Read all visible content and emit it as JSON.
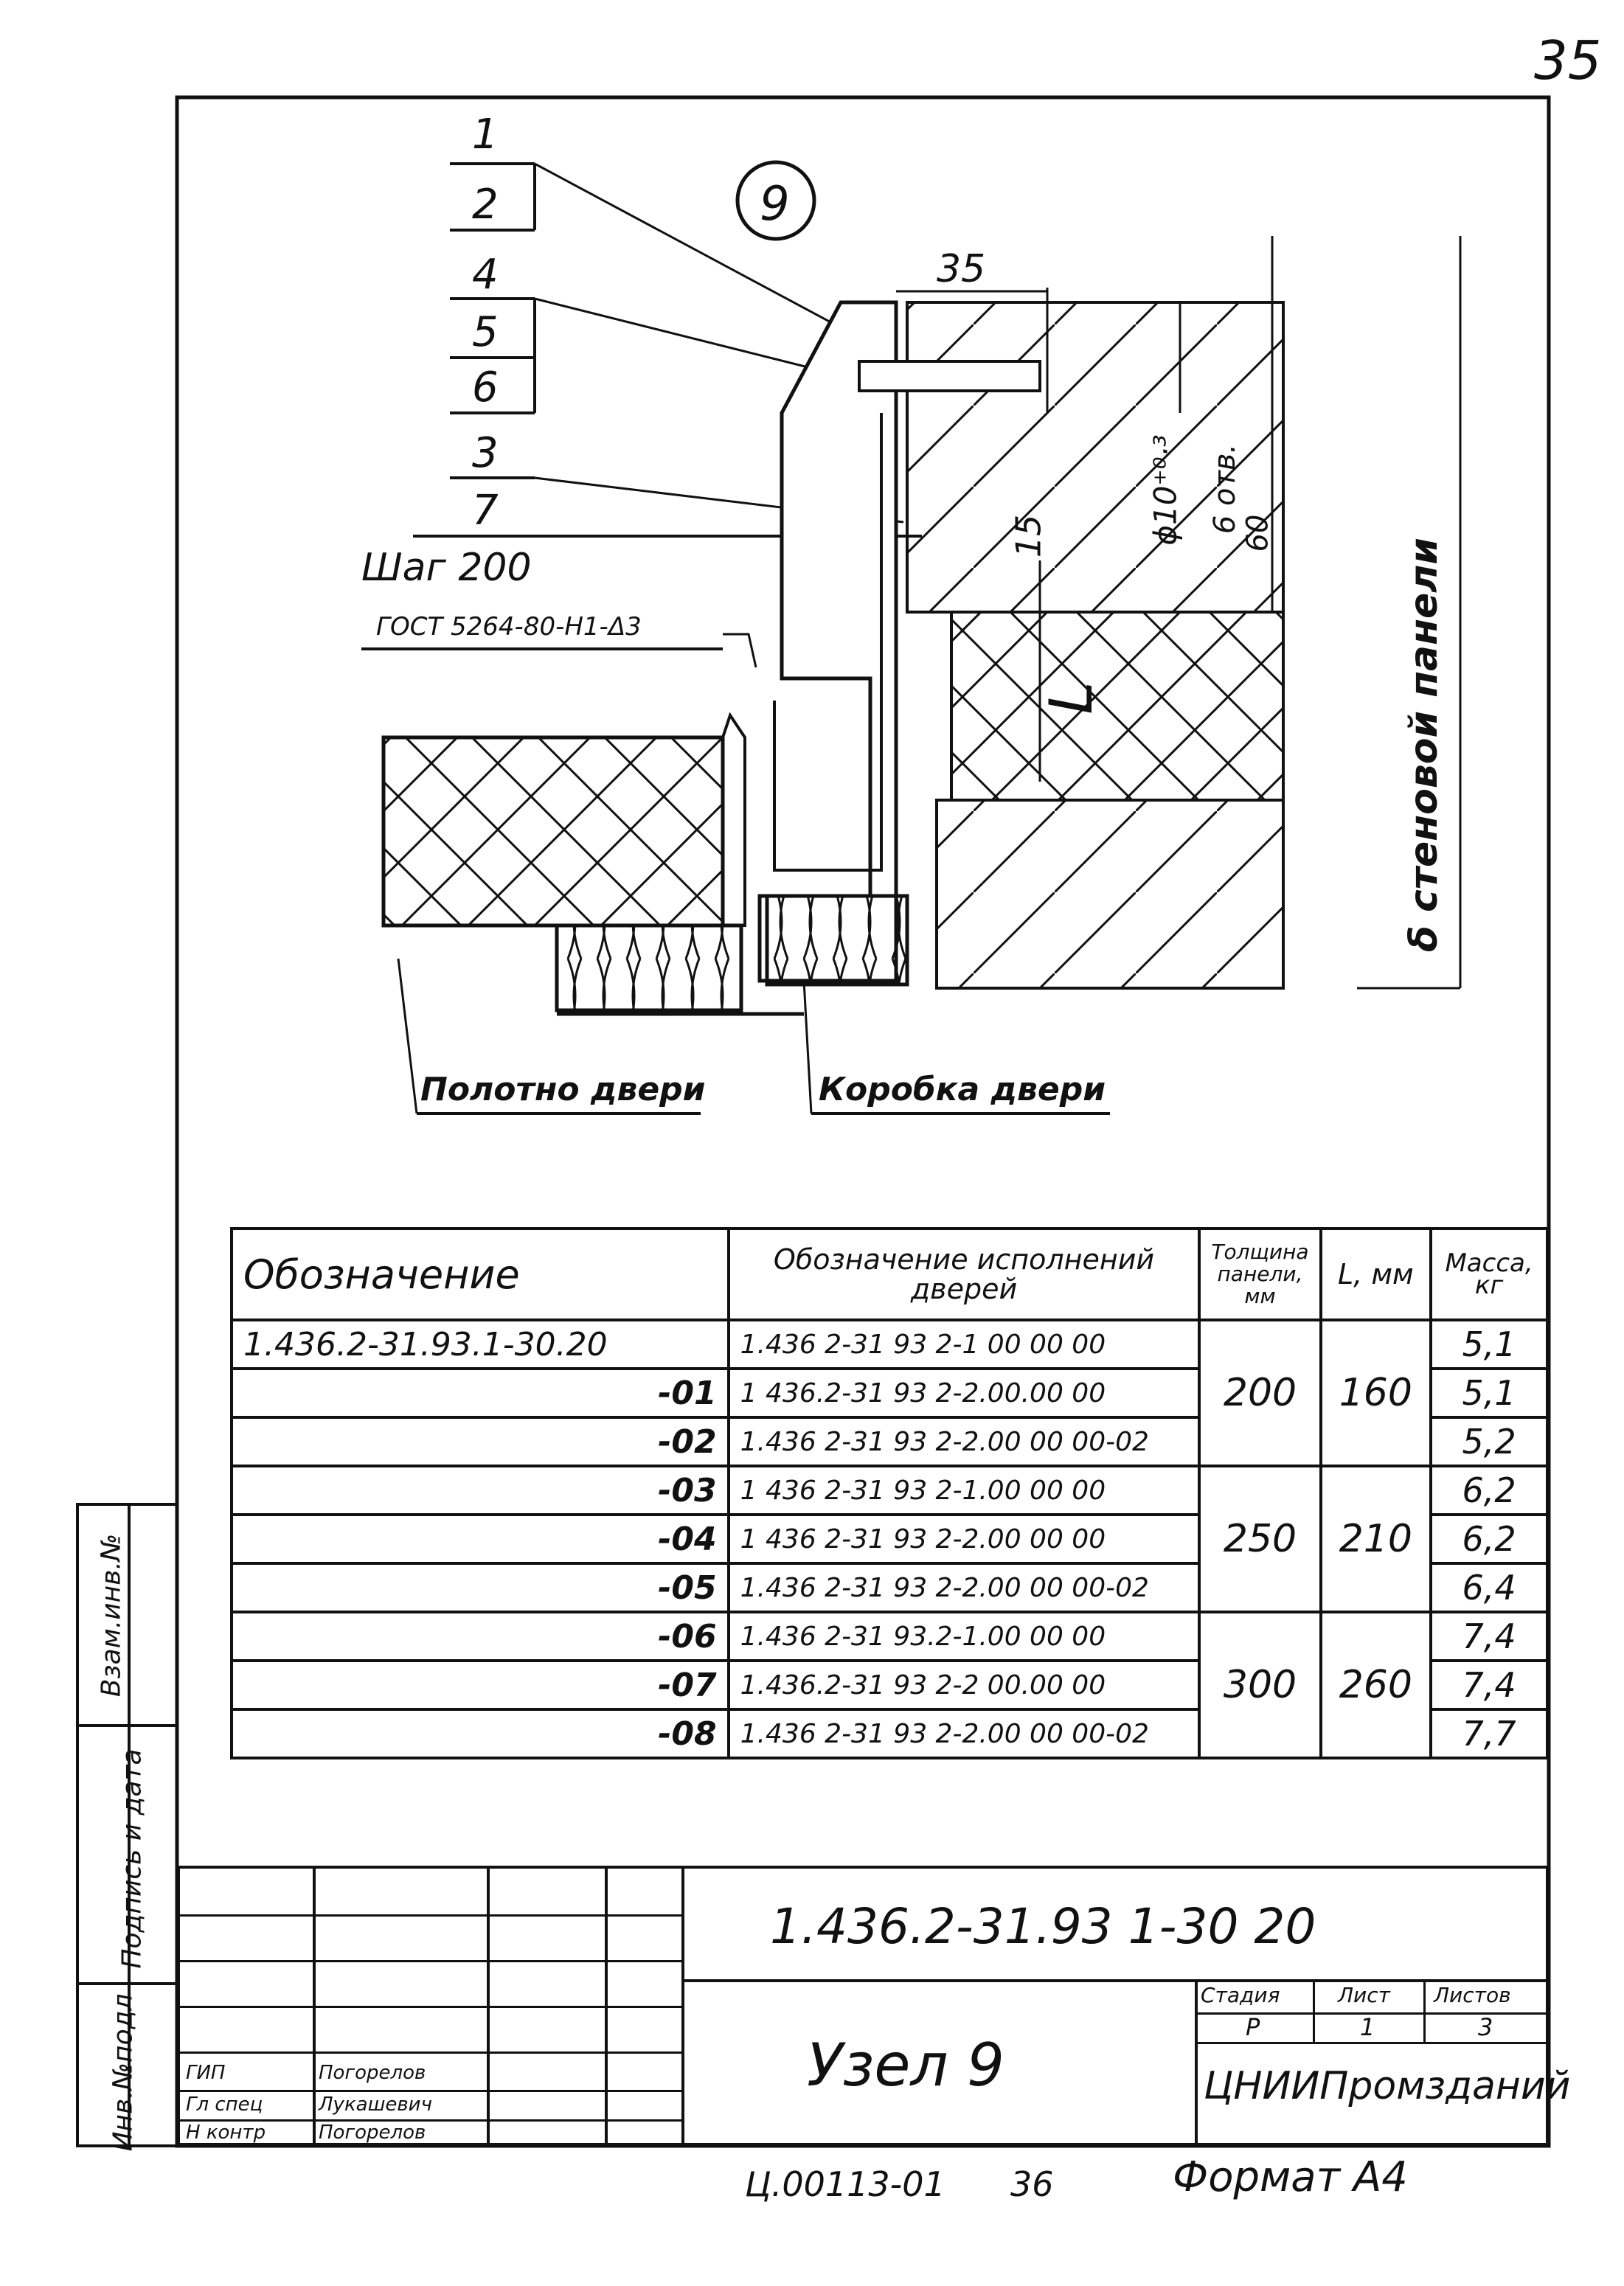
{
  "page_number": "35",
  "node_marker": "9",
  "callouts": {
    "c1": "1",
    "c2": "2",
    "c4": "4",
    "c5": "5",
    "c6": "6",
    "c3": "3",
    "c7": "7",
    "step": "Шаг 200",
    "gost": "ГОСТ 5264-80-Н1-Δ3"
  },
  "dimensions": {
    "d35": "35",
    "d15": "15",
    "hole": "ϕ10⁺⁰·³",
    "holes_count": "6 отв.",
    "holes_pitch": "60",
    "L": "L",
    "panel_thickness": "δ стеновой панели"
  },
  "captions": {
    "door_leaf": "Полотно двери",
    "door_frame": "Коробка двери"
  },
  "table": {
    "headers": {
      "designation": "Обозначение",
      "door_exec": "Обозначение исполнений дверей",
      "panel_thickness": "Толщина панели, мм",
      "L": "L, мм",
      "mass": "Масса, кг"
    },
    "rows": [
      {
        "des": "1.436.2-31.93.1-30.20",
        "door": "1.436 2-31 93 2-1 00 00 00",
        "mass": "5,1"
      },
      {
        "des": "-01",
        "door": "1 436.2-31 93 2-2.00.00 00",
        "mass": "5,1"
      },
      {
        "des": "-02",
        "door": "1.436 2-31 93 2-2.00 00 00-02",
        "mass": "5,2"
      },
      {
        "des": "-03",
        "door": "1 436 2-31 93 2-1.00 00 00",
        "mass": "6,2"
      },
      {
        "des": "-04",
        "door": "1 436 2-31 93 2-2.00 00 00",
        "mass": "6,2"
      },
      {
        "des": "-05",
        "door": "1.436 2-31 93 2-2.00 00 00-02",
        "mass": "6,4"
      },
      {
        "des": "-06",
        "door": "1.436 2-31 93.2-1.00 00 00",
        "mass": "7,4"
      },
      {
        "des": "-07",
        "door": "1.436.2-31 93 2-2 00.00 00",
        "mass": "7,4"
      },
      {
        "des": "-08",
        "door": "1.436 2-31 93 2-2.00 00 00-02",
        "mass": "7,7"
      }
    ],
    "groups": [
      {
        "thickness": "200",
        "L": "160"
      },
      {
        "thickness": "250",
        "L": "210"
      },
      {
        "thickness": "300",
        "L": "260"
      }
    ]
  },
  "side_stamp": {
    "inv_orig": "Инв.№подл",
    "sign_date": "Подпись и дата",
    "inv_replace": "Взам.инв.№"
  },
  "title_block": {
    "doc_code": "1.436.2-31.93 1-30 20",
    "title": "Узел 9",
    "stage_label": "Стадия",
    "sheet_label": "Лист",
    "sheets_label": "Листов",
    "stage": "Р",
    "sheet": "1",
    "sheets": "3",
    "org": "ЦНИИПромзданий",
    "people": [
      {
        "role": "ГИП",
        "name": "Погорелов"
      },
      {
        "role": "Гл спец",
        "name": "Лукашевич"
      },
      {
        "role": "Н контр",
        "name": "Погорелов"
      }
    ]
  },
  "footer": {
    "archive": "Ц.00113-01",
    "num": "36",
    "format": "Формат А4"
  }
}
